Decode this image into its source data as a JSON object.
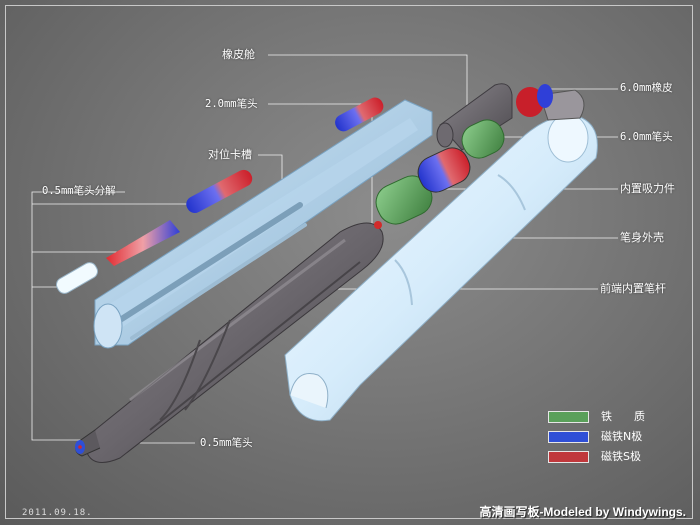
{
  "labels": {
    "eraser_bay": "橡皮舱",
    "tip_2mm": "2.0mm笔头",
    "eraser_6mm": "6.0mm橡皮",
    "tip_6mm": "6.0mm笔头",
    "alignment_slot": "对位卡槽",
    "tip_05_exploded": "0.5mm笔头分解",
    "internal_suction": "内置吸力件",
    "pen_shell": "笔身外壳",
    "front_inner_rod": "前端内置笔杆",
    "tip_05": "0.5mm笔头"
  },
  "legend": [
    {
      "label": "铁　　质",
      "color": "#5aa05a"
    },
    {
      "label": "磁铁N极",
      "color": "#2f4fd6"
    },
    {
      "label": "磁铁S极",
      "color": "#c0383c"
    }
  ],
  "watermark": "高清画写板-Modeled by Windywings.",
  "datestamp": "2011.09.18.",
  "colors": {
    "shell": "#dcefff",
    "inner_rod": "#6e6a70",
    "iron": "#5aa05a",
    "magnet_n": "#2f4fd6",
    "magnet_s": "#c0383c"
  }
}
